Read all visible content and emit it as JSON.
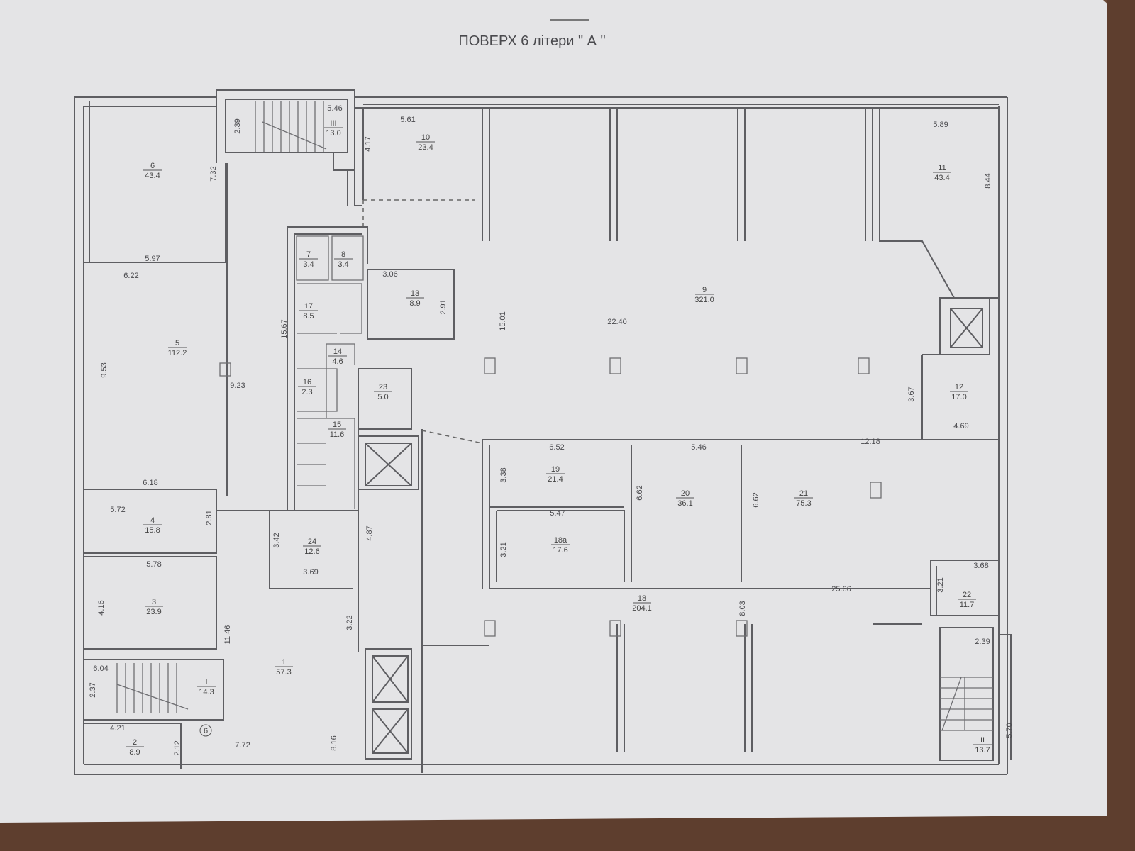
{
  "title": "ПОВЕРХ 6 літери \" А \"",
  "marker": "6",
  "rooms": [
    {
      "number": "6",
      "area": "43.4"
    },
    {
      "number": "III",
      "area": "13.0"
    },
    {
      "number": "10",
      "area": "23.4"
    },
    {
      "number": "11",
      "area": "43.4"
    },
    {
      "number": "7",
      "area": "3.4"
    },
    {
      "number": "8",
      "area": "3.4"
    },
    {
      "number": "13",
      "area": "8.9"
    },
    {
      "number": "9",
      "area": "321.0"
    },
    {
      "number": "17",
      "area": "8.5"
    },
    {
      "number": "5",
      "area": "112.2"
    },
    {
      "number": "14",
      "area": "4.6"
    },
    {
      "number": "16",
      "area": "2.3"
    },
    {
      "number": "23",
      "area": "5.0"
    },
    {
      "number": "12",
      "area": "17.0"
    },
    {
      "number": "15",
      "area": "11.6"
    },
    {
      "number": "19",
      "area": "21.4"
    },
    {
      "number": "20",
      "area": "36.1"
    },
    {
      "number": "21",
      "area": "75.3"
    },
    {
      "number": "4",
      "area": "15.8"
    },
    {
      "number": "24",
      "area": "12.6"
    },
    {
      "number": "18a",
      "area": "17.6"
    },
    {
      "number": "22",
      "area": "11.7"
    },
    {
      "number": "3",
      "area": "23.9"
    },
    {
      "number": "18",
      "area": "204.1"
    },
    {
      "number": "1",
      "area": "57.3"
    },
    {
      "number": "I",
      "area": "14.3"
    },
    {
      "number": "2",
      "area": "8.9"
    },
    {
      "number": "II",
      "area": "13.7"
    }
  ],
  "dimensions": [
    "5.46",
    "2.39",
    "5.61",
    "4.17",
    "5.89",
    "8.44",
    "7.32",
    "5.97",
    "6.22",
    "3.06",
    "2.91",
    "15.67",
    "15.01",
    "22.40",
    "9.53",
    "9.23",
    "3.67",
    "4.69",
    "6.52",
    "5.46",
    "12.18",
    "6.18",
    "3.38",
    "6.62",
    "6.62",
    "5.72",
    "2.81",
    "5.47",
    "4.87",
    "3.42",
    "3.21",
    "3.69",
    "3.68",
    "5.78",
    "25.66",
    "3.21",
    "4.16",
    "3.22",
    "8.03",
    "11.46",
    "2.39",
    "6.04",
    "2.37",
    "4.21",
    "2.12",
    "7.72",
    "8.16",
    "5.70"
  ]
}
